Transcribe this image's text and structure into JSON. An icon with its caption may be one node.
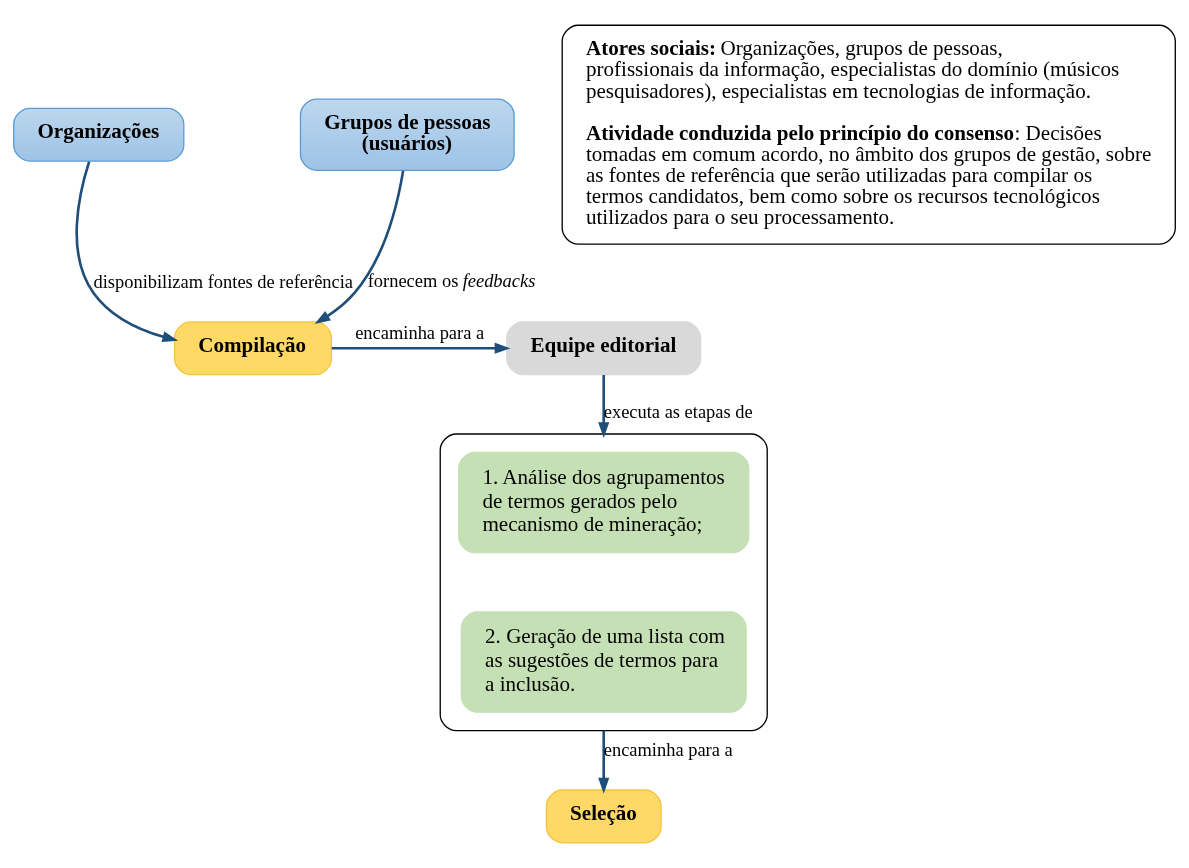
{
  "diagram": {
    "nodes": [
      {
        "text": [
          "Organizações"
        ]
      },
      {
        "text": [
          "Compilação"
        ]
      },
      {
        "text": [
          "Equipe editorial"
        ]
      },
      {
        "text": [
          "Grupos de pessoas (usuários)"
        ]
      },
      {
        "text": [],
        "shape": "box"
      },
      {
        "text": [
          "1. Análise dos agrupamentos de termos gerados pelo mecanismo de mineração;"
        ],
        "in": 4
      },
      {
        "text": [
          "2. Geração de uma lista com as sugestões de termos para a inclusão."
        ],
        "in": 4
      },
      {
        "text": [
          "Seleção"
        ]
      },
      {
        "text": [
          "**Atores sociais:** Organizações, grupos de pessoas, profissionais da informação, especialistas do domínio (músicos pesquisadores), especialistas em tecnologias de informação.",
          "**Atividade conduzida pelo princípio do consenso**: Decisões tomadas em comum acordo, no âmbito dos grupos de gestão, sobre as fontes de referência que serão utilizadas para compilar os termos candidatos, bem como sobre os recursos tecnológicos utilizados para o seu processamento."
        ]
      }
    ],
    "edges": [
      {
        "from": 0,
        "to": 1,
        "arrow": "to",
        "label": "disponibilizam fontes de referência"
      },
      {
        "from": 3,
        "to": 1,
        "arrow": "to",
        "label": "fornecem os *feedbacks*"
      },
      {
        "from": 1,
        "to": 2,
        "arrow": "to",
        "label": "encaminha para a"
      },
      {
        "from": 2,
        "to": 4,
        "arrow": "to",
        "label": "executa as etapas de"
      },
      {
        "from": 4,
        "to": 7,
        "arrow": "to",
        "label": "encaminha para a"
      }
    ]
  }
}
